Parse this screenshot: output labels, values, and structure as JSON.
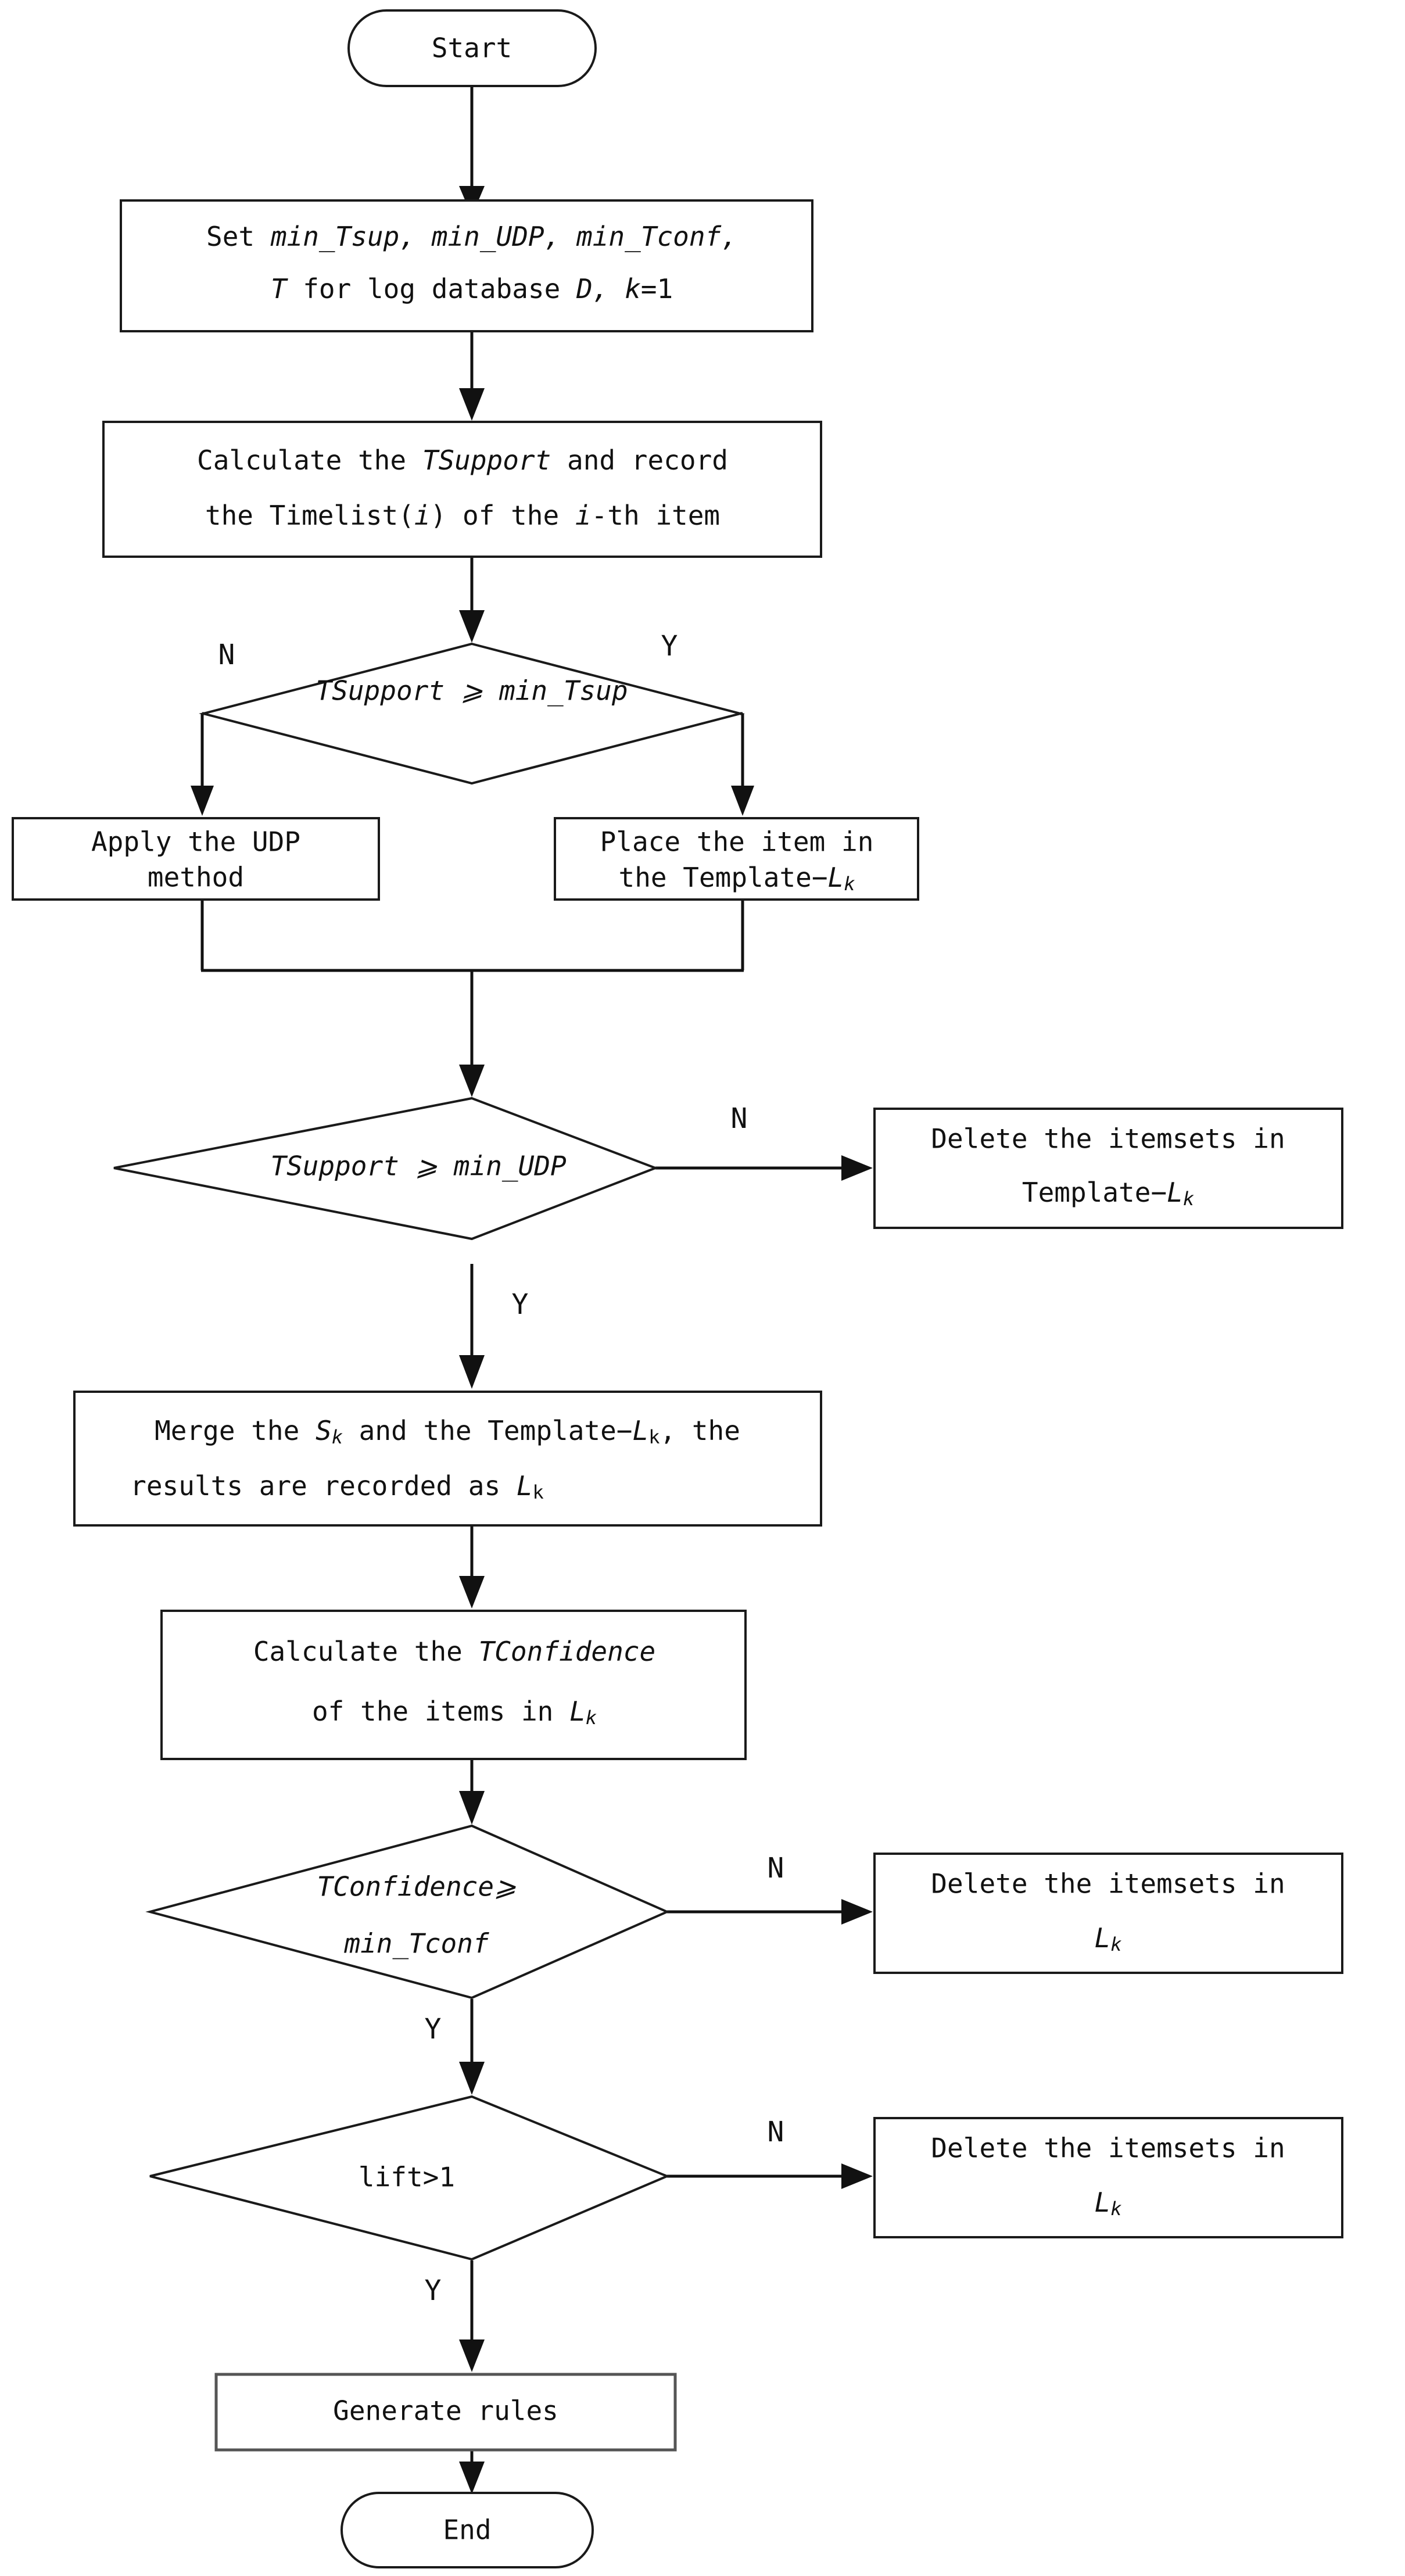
{
  "diagram": {
    "title": "Temporal association rule mining algorithm flowchart",
    "orientation": "top-to-bottom",
    "background_color": "#ffffff",
    "line_color": "#111111",
    "shape_fill": "#ffffff",
    "shape_border": "#1a1a1a"
  },
  "nodes": {
    "start": {
      "type": "terminator",
      "label": "Start"
    },
    "set_params": {
      "type": "process",
      "line1_plain_a": "Set ",
      "line1_italic": "min_Tsup, min_UDP, min_Tconf,",
      "line2_italic_a": "T",
      "line2_plain": " for log database ",
      "line2_italic_b": "D, k",
      "line2_plain_b": "=1",
      "full_text": "Set min_Tsup, min_UDP, min_Tconf, T for log database D, k=1"
    },
    "calc_tsupport": {
      "type": "process",
      "line1_a": "Calculate the ",
      "line1_italic": "TSupport",
      "line1_b": " and record",
      "line2_a": "the Timelist(",
      "line2_italic_a": "i",
      "line2_b": ") of the ",
      "line2_italic_b": "i",
      "line2_c": "-th item",
      "full_text": "Calculate the TSupport and record the Timelist(i) of the i-th item"
    },
    "decide_tsup": {
      "type": "decision",
      "label_italic": "TSupport ⩾ min_Tsup",
      "full_text": "TSupport ⩾min_Tsup",
      "branch_no": "N",
      "branch_yes": "Y"
    },
    "apply_udp": {
      "type": "process",
      "line1": "Apply the UDP",
      "line2": "method",
      "full_text": "Apply the UDP method"
    },
    "place_item": {
      "type": "process",
      "line1": "Place the item in",
      "line2_a": "the Template−",
      "line2_italic": "L",
      "line2_sub": "k",
      "full_text": "Place the item in the Template−Lk"
    },
    "decide_udp": {
      "type": "decision",
      "label_italic": "TSupport ⩾ min_UDP",
      "full_text": "TSupport ⩾min_UDP",
      "branch_no": "N",
      "branch_yes": "Y"
    },
    "delete_template": {
      "type": "process",
      "line1": "Delete the itemsets in",
      "line2_a": "Template−",
      "line2_italic": "L",
      "line2_sub": "k",
      "full_text": "Delete the itemsets in Template−Lk"
    },
    "merge_sk": {
      "type": "process",
      "line1_a": "Merge the ",
      "line1_italic_a": "S",
      "line1_sub_a": "k",
      "line1_b": " and the Template−",
      "line1_italic_b": "L",
      "line1_sub_b": "k",
      "line1_c": ", the",
      "line2_a": "results are recorded as ",
      "line2_italic": "L",
      "line2_sub": "k",
      "full_text": "Merge the Sk and the Template−Lk, the results are recorded as Lk"
    },
    "calc_tconfidence": {
      "type": "process",
      "line1_a": "Calculate the ",
      "line1_italic": "TConfidence",
      "line2_a": "of the items in ",
      "line2_italic": "L",
      "line2_sub": "k",
      "full_text": "Calculate the TConfidence of the items in Lk"
    },
    "decide_tconf": {
      "type": "decision",
      "line1_italic": "TConfidence⩾",
      "line2_italic": "min_Tconf",
      "full_text": "TConfidence⩾ min_Tconf",
      "branch_no": "N",
      "branch_yes": "Y"
    },
    "delete_lk_1": {
      "type": "process",
      "line1": "Delete the itemsets in",
      "line2_italic": "L",
      "line2_sub": "k",
      "full_text": "Delete the itemsets in Lk"
    },
    "decide_lift": {
      "type": "decision",
      "label": "lift>1",
      "full_text": "lift>1",
      "branch_no": "N",
      "branch_yes": "Y"
    },
    "delete_lk_2": {
      "type": "process",
      "line1": "Delete the itemsets in",
      "line2_italic": "L",
      "line2_sub": "k",
      "full_text": "Delete the itemsets in Lk"
    },
    "generate_rules": {
      "type": "process",
      "label": "Generate rules"
    },
    "end": {
      "type": "terminator",
      "label": "End"
    }
  },
  "edge_labels": {
    "tsup_no": "N",
    "tsup_yes": "Y",
    "udp_no": "N",
    "udp_yes": "Y",
    "tconf_no": "N",
    "tconf_yes": "Y",
    "lift_no": "N",
    "lift_yes": "Y"
  }
}
